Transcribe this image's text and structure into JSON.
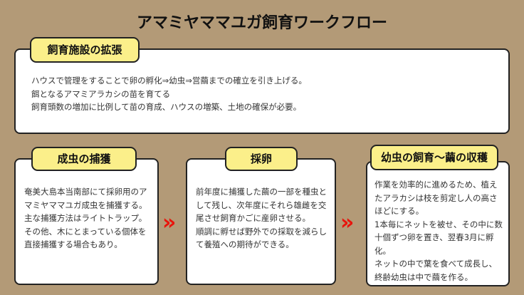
{
  "title": "アマミヤママユガ飼育ワークフロー",
  "top": {
    "label": "飼育施設の拡張",
    "lines": [
      "ハウスで管理をすることで卵の孵化⇒幼虫⇒営繭までの確立を引き上げる。",
      "餌となるアマミアラカシの苗を育てる",
      "飼育頭数の増加に比例して苗の育成、ハウスの増築、土地の確保が必要。"
    ]
  },
  "steps": [
    {
      "label": "成虫の捕獲",
      "text": "奄美大島本当南部にて採卵用のアマミヤママユガ成虫を捕獲する。\n主な捕獲方法はライトトラップ。\nその他、木にとまっている個体を直接捕獲する場合もあり。"
    },
    {
      "label": "採卵",
      "text": "前年度に捕獲した繭の一部を種虫として残し、次年度にそれら雄雌を交尾させ飼育かごに産卵させる。\n順調に孵せば野外での採取を減らして養殖への期待ができる。"
    },
    {
      "label": "幼虫の飼育〜繭の収穫",
      "text": "作業を効率的に進めるため、植えたアラカシは枝を剪定し人の高さほどにする。\n1本毎にネットを被せ、その中に数十個ずつ卵を置き、翌春3月に孵化。\nネットの中で葉を食べて成長し、終齢幼虫は中で繭を作る。"
    }
  ],
  "arrow": "»"
}
